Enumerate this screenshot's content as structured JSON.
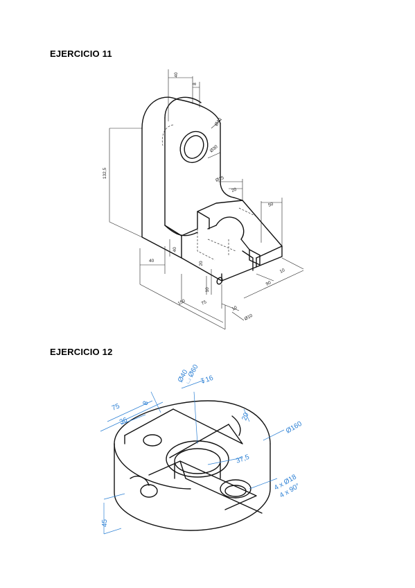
{
  "headings": {
    "ex11": "EJERCICIO 11",
    "ex12": "EJERCICIO 12"
  },
  "colors": {
    "line": "#111111",
    "dim11": "#222222",
    "dim12": "#2a7fd4"
  },
  "ex11_dims": {
    "d40_top": "40",
    "d8": "8",
    "dia40": "Ø40",
    "dia30": "Ø30",
    "d132_5": "132,5",
    "dia15": "Ø15",
    "d20": "20",
    "d50": "50",
    "d40_side": "40",
    "d40_left": "40",
    "d20_inner": "20",
    "d10_inner": "10",
    "d150": "150",
    "d75": "75",
    "d10_bottom": "10",
    "dia10": "Ø10",
    "d10_right": "10",
    "d90": "90"
  },
  "ex12_dims": {
    "dia40": "Ø40",
    "counterbore": "⌴ Ø60",
    "depth": "↧16",
    "d75": "75",
    "d8": "8",
    "d36": "36",
    "d20": "20",
    "dia160": "Ø160",
    "d37_5": "37,5",
    "holes": "4 x Ø18",
    "angle": "4 x 90°",
    "d45": "45"
  }
}
